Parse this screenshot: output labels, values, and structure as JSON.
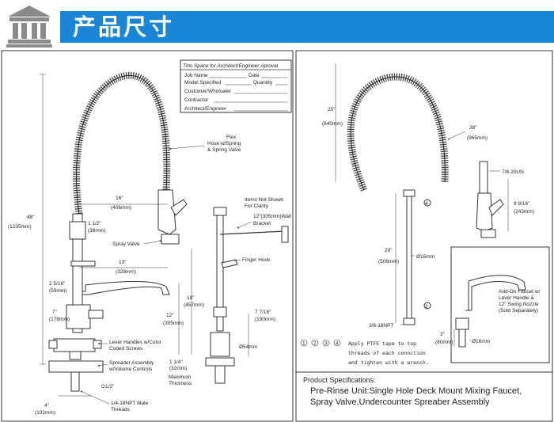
{
  "header": {
    "title": "产品尺寸",
    "logo_icon": "institution-building-icon",
    "banner_color": "#1a86d8"
  },
  "title_block": {
    "heading": "This Space for Architect/Engineer Aproval",
    "job_name": "Job Name",
    "date": "Date",
    "model_specified": "Model Specified",
    "quantity": "Quantity",
    "customer": "Customer/Wholsaler",
    "contractor": "Contractor",
    "architect": "Architect/Engineer"
  },
  "left_view": {
    "flex_hose": [
      "Flex",
      "Hose w/Spring",
      "& Spring Valve"
    ],
    "spray_valve": "Spray Valve",
    "items_not_shown": [
      "Items Not Shown",
      "For Clarity"
    ],
    "wall_bracket": [
      "12\"(305mm)Wall",
      "Bracket"
    ],
    "finger_hook": "Finger Hook",
    "lever_handles": [
      "Lever Handles w/Color",
      "Coded Screws"
    ],
    "spreader": [
      "Spreader Assembly",
      "w/Volume Controls"
    ],
    "g_thread": "G1/2\"",
    "npt_threads": [
      "1/4-18NPT Male",
      "Threads"
    ],
    "max_thickness": [
      "Maximum",
      "Thickness"
    ],
    "dim_48": [
      "48\"",
      "(1235mm)"
    ],
    "dim_1_5": [
      "1 1/2\"",
      "(38mm)"
    ],
    "dim_16": [
      "16\"",
      "(406mm)"
    ],
    "dim_13": [
      "13\"",
      "(328mm)"
    ],
    "dim_2_5_16": [
      "2 5/16\"",
      "(59mm)"
    ],
    "dim_7": [
      "7\"",
      "(178mm)"
    ],
    "dim_18": [
      "18\"",
      "(457mm)"
    ],
    "dim_12": [
      "12\"",
      "(305mm)"
    ],
    "dim_1_25": [
      "1 1/4\"",
      "(32mm)"
    ],
    "dim_4": [
      "4\"",
      "(102mm)"
    ],
    "dim_7_7_16": [
      "7 7/16\"",
      "(190mm)"
    ],
    "dim_d54": "Ø54mm"
  },
  "right_view": {
    "dim_25": [
      "25\"",
      "(640mm)"
    ],
    "dim_38": [
      "38\"",
      "(965mm)"
    ],
    "thread_78": "7/8-20UN",
    "dim_9_9_16": [
      "9 9/16\"",
      "(243mm)"
    ],
    "dim_20": [
      "20\"",
      "(508mm)"
    ],
    "dim_d16": "Ø16mm",
    "npt_38": "3/8-18NPT",
    "add_on": [
      "Add-On Faucet w/",
      "Lever Handle &",
      "12\" Swing Nozzle",
      "(Sold Separately)"
    ],
    "dim_3": [
      "3\"",
      "(80mm)"
    ],
    "dim_d16b": "Ø16mm",
    "markers": [
      "1",
      "2",
      "3",
      "4"
    ],
    "ptfe_note": [
      "Apply PTFE tape to top",
      "threads of each connction",
      "and tighten with a wrench."
    ]
  },
  "spec": {
    "heading": "Product Specifications:",
    "line1": "Pre-Rinse Unit:Single Hole Deck Mount Mixing Faucet,",
    "line2": "Spray Valve,Undercounter Spreaber Assembly"
  }
}
